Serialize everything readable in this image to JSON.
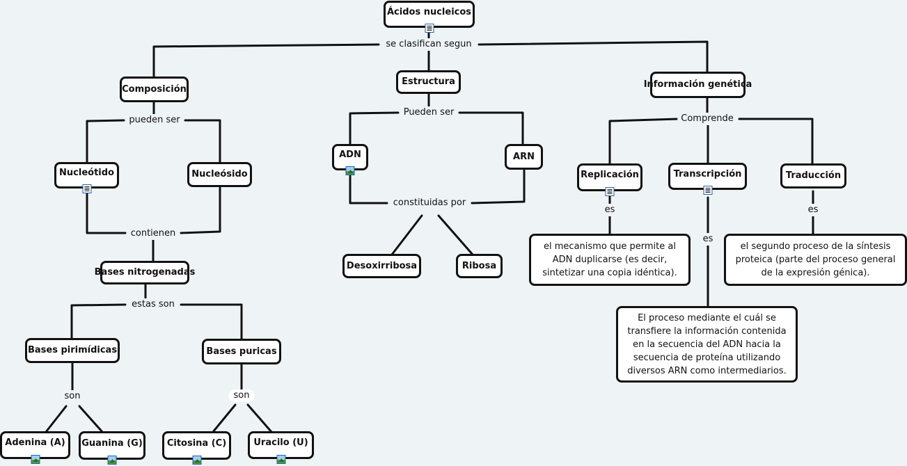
{
  "concepts": {
    "acidos": "Ácidos nucleicos",
    "composicion": "Composición",
    "estructura": "Estructura",
    "informacion": "Información genética",
    "nucleotido": "Nucleótido",
    "nucleosido": "Nucleósido",
    "bases_nitro": "Bases nitrogenadas",
    "pirimidicas": "Bases pirimídicas",
    "puricas": "Bases puricas",
    "adenina": "Adenina (A)",
    "guanina": "Guanina (G)",
    "citosina": "Citosina (C)",
    "uracilo": "Uracilo (U)",
    "adn": "ADN",
    "arn": "ARN",
    "desoxirribosa": "Desoxirribosa",
    "ribosa": "Ribosa",
    "replicacion": "Replicación",
    "transcripcion": "Transcripción",
    "traduccion": "Traducción"
  },
  "descriptions": {
    "replicacion": "el mecanismo que permite al ADN duplicarse (es decir, sintetizar una copia idéntica).",
    "traduccion": "el segundo proceso de la síntesis proteica (parte del proceso general de la expresión génica).",
    "transcripcion": "El proceso mediante el cuál se transfiere la información contenida en la secuencia del ADN hacia la secuencia de proteína utilizando diversos ARN como intermediarios."
  },
  "links": {
    "clasifican": "se clasifican segun",
    "pueden_ser": "pueden ser",
    "pueden_ser_est": "Pueden ser",
    "comprende": "Comprende",
    "contienen": "contienen",
    "constituidas": "constituidas por",
    "estas_son": "estas son",
    "son_pir": "son",
    "son_pur": "son",
    "es_rep": "es",
    "es_trans": "es",
    "es_trad": "es"
  },
  "icons": {
    "acidos": "document-icon",
    "nucleotido": "document-icon",
    "adn": "image-icon",
    "replicacion": "document-icon",
    "transcripcion": "document-icon",
    "adenina": "image-icon",
    "guanina": "image-icon",
    "citosina": "image-icon",
    "uracilo": "image-icon"
  }
}
